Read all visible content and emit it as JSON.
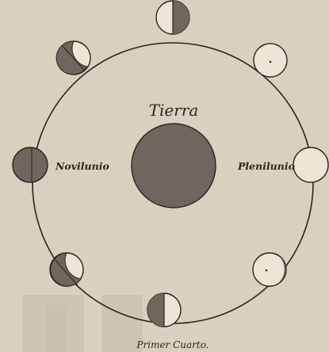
{
  "labels": {
    "earth": "Tierra",
    "new_moon": "Novilunio",
    "full_moon": "Plenilunio",
    "first_quarter": "Primer Cuarto."
  },
  "colors": {
    "paper": "#d9d1bf",
    "ink": "#2a2520",
    "shade": "#6f665d",
    "moon_light": "#ece6d6",
    "watermark": "#cbc3b2"
  }
}
